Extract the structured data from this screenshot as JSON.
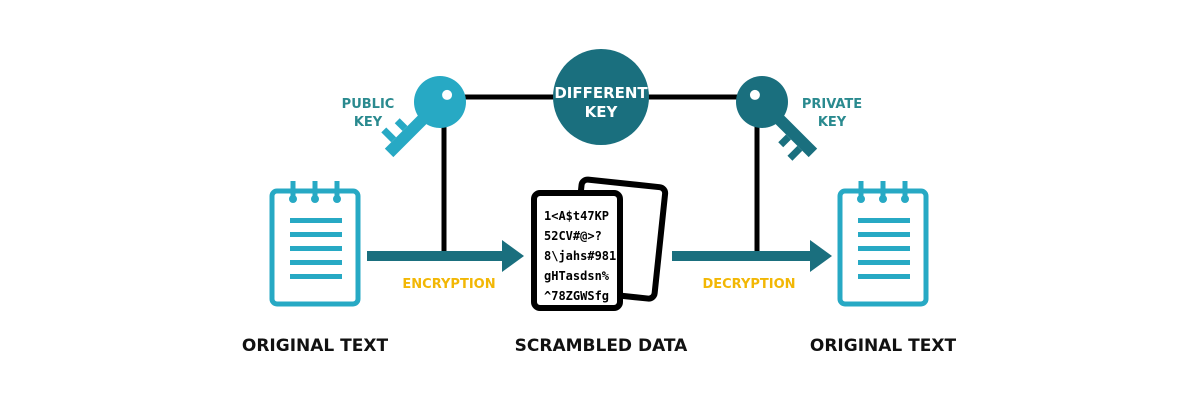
{
  "labels": {
    "public_key": [
      "PUBLIC",
      "KEY"
    ],
    "private_key": [
      "PRIVATE",
      "KEY"
    ],
    "center_key": [
      "DIFFERENT",
      "KEY"
    ],
    "encryption": "ENCRYPTION",
    "decryption": "DECRYPTION",
    "original_left": "ORIGINAL TEXT",
    "scrambled": "SCRAMBLED DATA",
    "original_right": "ORIGINAL TEXT"
  },
  "scrambled_lines": [
    "1<A$t47KP",
    "52CV#@>?",
    "8\\jahs#981",
    "gHTasdsn%",
    "^78ZGWSfg"
  ],
  "colors": {
    "teal_light": "#27a9c4",
    "teal_dark": "#1a6f7e",
    "line": "#000000",
    "yellow": "#f2b705",
    "text": "#111111",
    "white": "#ffffff"
  }
}
